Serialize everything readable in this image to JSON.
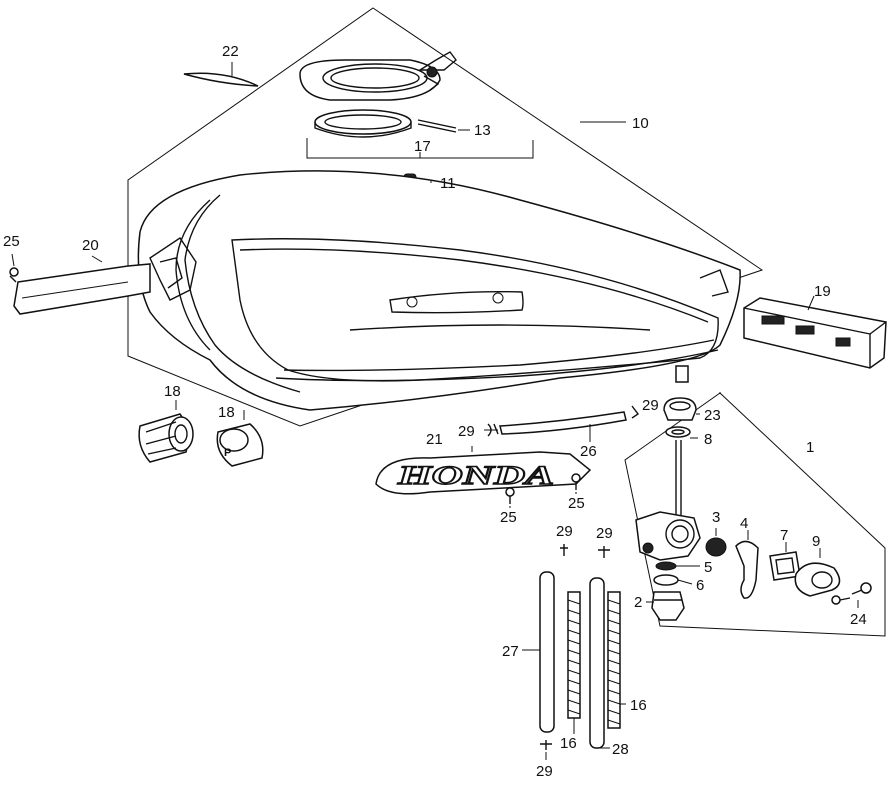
{
  "diagram": {
    "labels": {
      "p1": "1",
      "p2": "2",
      "p3": "3",
      "p4": "4",
      "p5": "5",
      "p6": "6",
      "p7": "7",
      "p8": "8",
      "p9": "9",
      "p10": "10",
      "p11": "11",
      "p13": "13",
      "p16a": "16",
      "p16b": "16",
      "p17": "17",
      "p18a": "18",
      "p18b": "18",
      "p19": "19",
      "p20": "20",
      "p21": "21",
      "p22": "22",
      "p23": "23",
      "p24": "24",
      "p25a": "25",
      "p25b": "25",
      "p25c": "25",
      "p26": "26",
      "p27": "27",
      "p28": "28",
      "p29a": "29",
      "p29b": "29",
      "p29c": "29",
      "p29d": "29",
      "p29e": "29"
    },
    "emblem_text": "HONDA",
    "filter_marking": "P"
  }
}
